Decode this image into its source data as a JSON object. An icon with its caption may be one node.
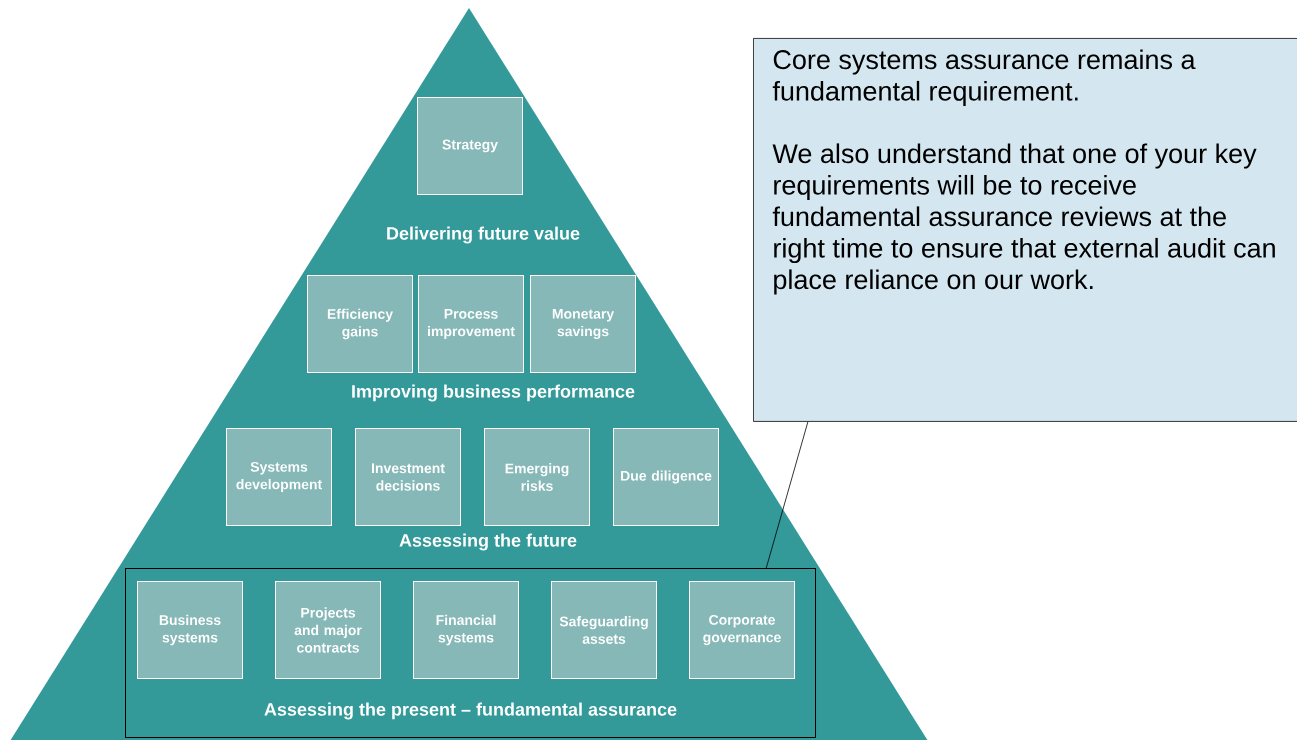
{
  "diagram": {
    "nodes": [
      {
        "text": [
          "Strategy"
        ]
      },
      {
        "text": [
          "Efficiency gains"
        ]
      },
      {
        "text": [
          "Process improvement"
        ]
      },
      {
        "text": [
          "Monetary savings"
        ]
      },
      {
        "text": [
          "Systems development"
        ]
      },
      {
        "text": [
          "Investment decisions"
        ]
      },
      {
        "text": [
          "Emerging risks"
        ]
      },
      {
        "text": [
          "Due diligence"
        ]
      },
      {
        "text": [
          "Assessing the present – fundamental assurance"
        ]
      },
      {
        "text": [
          "Business systems"
        ],
        "in": 8
      },
      {
        "text": [
          "Projects and major contracts"
        ],
        "in": 8
      },
      {
        "text": [
          "Financial systems"
        ],
        "in": 8
      },
      {
        "text": [
          "Safeguarding assets"
        ],
        "in": 8
      },
      {
        "text": [
          "Corporate governance"
        ],
        "in": 8
      },
      {
        "text": [
          "Core systems assurance remains a fundamental requirement.",
          "We also understand that one of your key requirements will be to receive fundamental assurance reviews at the right time to ensure that external audit can place reliance on our work."
        ]
      }
    ],
    "edges": [
      {
        "from": 14,
        "to": 8,
        "arrow": "none"
      }
    ],
    "labels": [
      "Delivering future value",
      "Improving business performance",
      "Assessing the future"
    ]
  }
}
